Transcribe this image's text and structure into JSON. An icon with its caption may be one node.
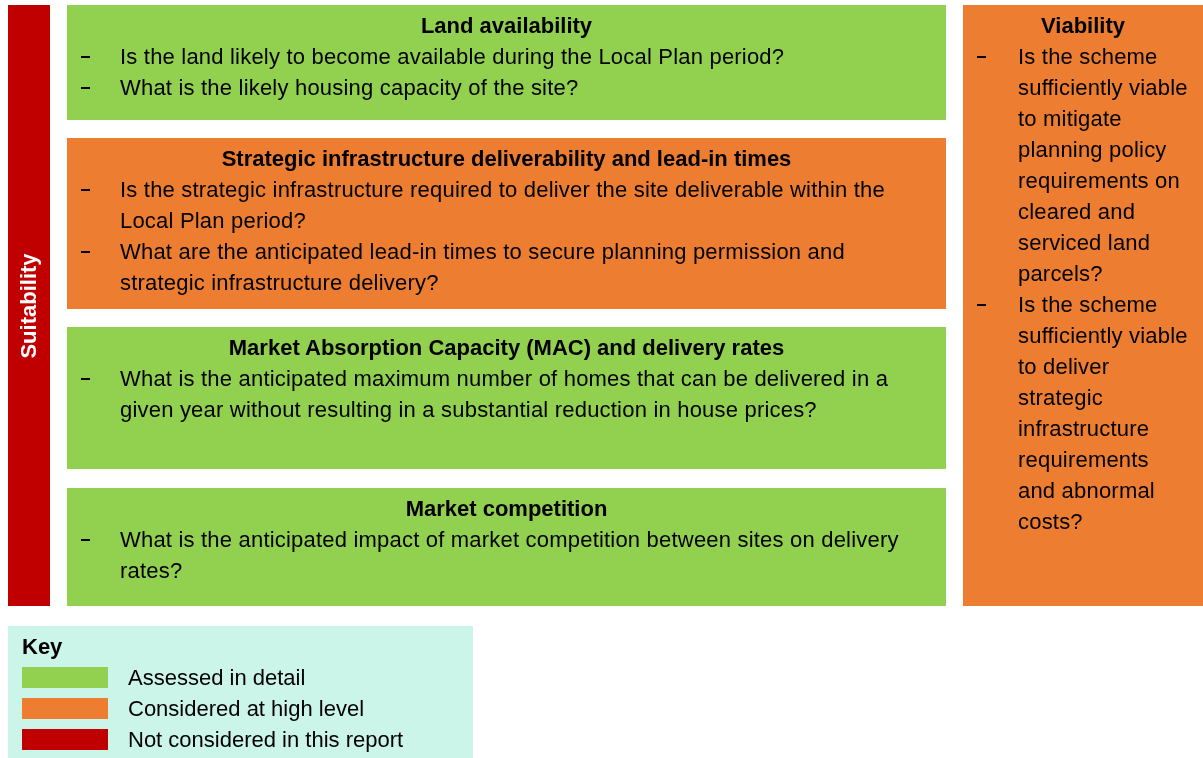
{
  "diagram": {
    "nodes": [
      {
        "text": [
          "Suitability"
        ]
      },
      {
        "text": [
          "Land availability",
          "Is the land likely to become available during the Local Plan period?",
          "What is the likely housing capacity of the site?"
        ]
      },
      {
        "text": [
          "Strategic infrastructure deliverability and lead-in times",
          "Is the strategic infrastructure required to deliver the site deliverable within the Local Plan period?",
          "What are the anticipated lead-in times to secure planning permission and strategic infrastructure delivery?"
        ]
      },
      {
        "text": [
          "Market Absorption Capacity (MAC) and delivery rates",
          "What is the anticipated maximum number of homes that can be delivered in a given year without resulting in a substantial reduction in house prices?"
        ]
      },
      {
        "text": [
          "Market competition",
          "What is the anticipated impact of market competition between sites on delivery rates?"
        ]
      },
      {
        "text": [
          "Viability",
          "Is the scheme sufficiently viable to mitigate planning policy requirements on cleared and serviced land parcels?",
          "Is the scheme sufficiently viable to deliver strategic infrastructure requirements and abnormal costs?"
        ]
      }
    ],
    "labels": [
      "Key"
    ],
    "legend": [
      {
        "text": "Assessed in detail",
        "color": "#92d050"
      },
      {
        "text": "Considered at high level",
        "color": "#ed7d31"
      },
      {
        "text": "Not considered in this report",
        "color": "#c00000"
      }
    ]
  }
}
